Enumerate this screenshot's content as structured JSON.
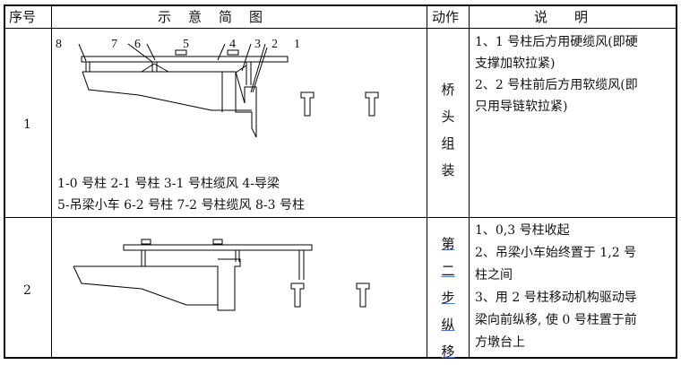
{
  "header": {
    "seq": "序号",
    "diagram": "示　意　简　图",
    "action": "动作",
    "desc": "说　　明"
  },
  "rows": [
    {
      "seq": "1",
      "labels": [
        "8",
        "7",
        "6",
        "5",
        "4",
        "3",
        "2",
        "1"
      ],
      "legend_line1": "1-0 号柱 2-1 号柱 3-1 号柱缆风 4-导梁",
      "legend_line2": "5-吊梁小车 6-2 号柱 7-2 号柱缆风 8-3 号柱",
      "action_chars": [
        "桥",
        "头",
        "组",
        "装"
      ],
      "desc": [
        "1、1 号柱后方用硬缆风(即硬",
        "支撑加软拉紧)",
        "2、2 号柱前后方用软缆风(即",
        "只用导链软拉紧)"
      ]
    },
    {
      "seq": "2",
      "action_chars": [
        "第",
        "二",
        "步",
        "纵",
        "移"
      ],
      "desc": [
        "1、0,3 号柱收起",
        "2、吊梁小车始终置于 1,2 号",
        "柱之间",
        "3、用 2 号柱移动机构驱动导",
        "梁向前纵移, 使 0 号柱置于前",
        "方墩台上"
      ]
    }
  ]
}
